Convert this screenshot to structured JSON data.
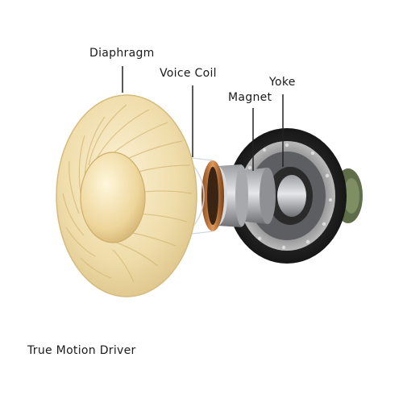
{
  "labels": {
    "diaphragm": "Diaphragm",
    "voice_coil": "Voice Coil",
    "magnet": "Magnet",
    "yoke": "Yoke"
  },
  "caption": "True Motion Driver",
  "parts": [
    {
      "name": "Diaphragm",
      "color": "#ecd9a6"
    },
    {
      "name": "Voice Coil",
      "color": "#c9763c"
    },
    {
      "name": "Magnet",
      "color": "#c4c6c8"
    },
    {
      "name": "Yoke",
      "color": "#2b2b2b"
    }
  ],
  "colors": {
    "diaphragm_face": "#f1e2b6",
    "diaphragm_edge": "#d8bf82",
    "coil_copper": "#c9763c",
    "magnet_steel": "#c4c6c8",
    "housing": "#1e1e1e",
    "rear_accent": "#6f7f55"
  }
}
